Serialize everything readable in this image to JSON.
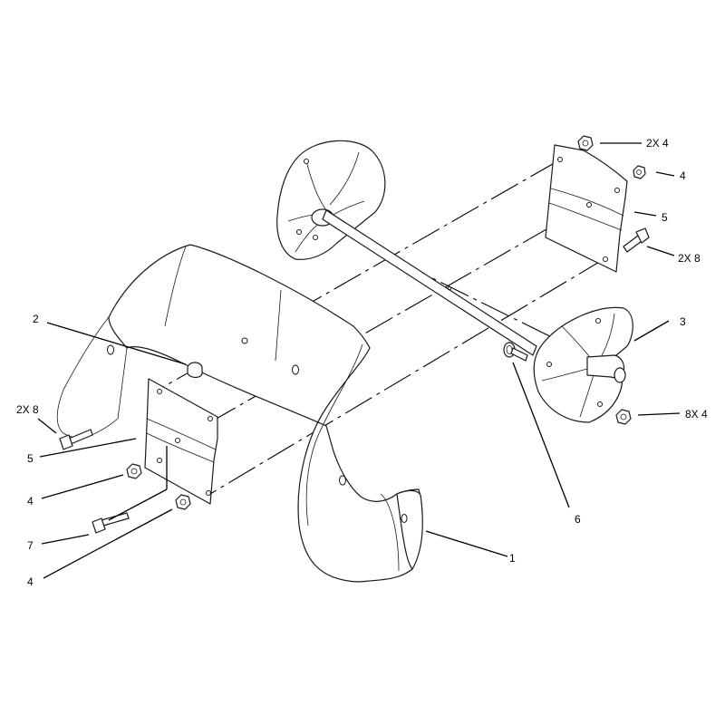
{
  "callouts": {
    "top_nut_2x4": "2X 4",
    "top_nut_4": "4",
    "right_bracket_5": "5",
    "right_bolt_2x8": "2X 8",
    "right_impeller_3": "3",
    "right_nut_8x4": "8X 4",
    "bearing_6": "6",
    "housing_1": "1",
    "left_bushing_2": "2",
    "left_bolt_2x8": "2X 8",
    "left_bracket_5": "5",
    "left_nut_4a": "4",
    "left_bolt_7": "7",
    "left_nut_4b": "4"
  }
}
